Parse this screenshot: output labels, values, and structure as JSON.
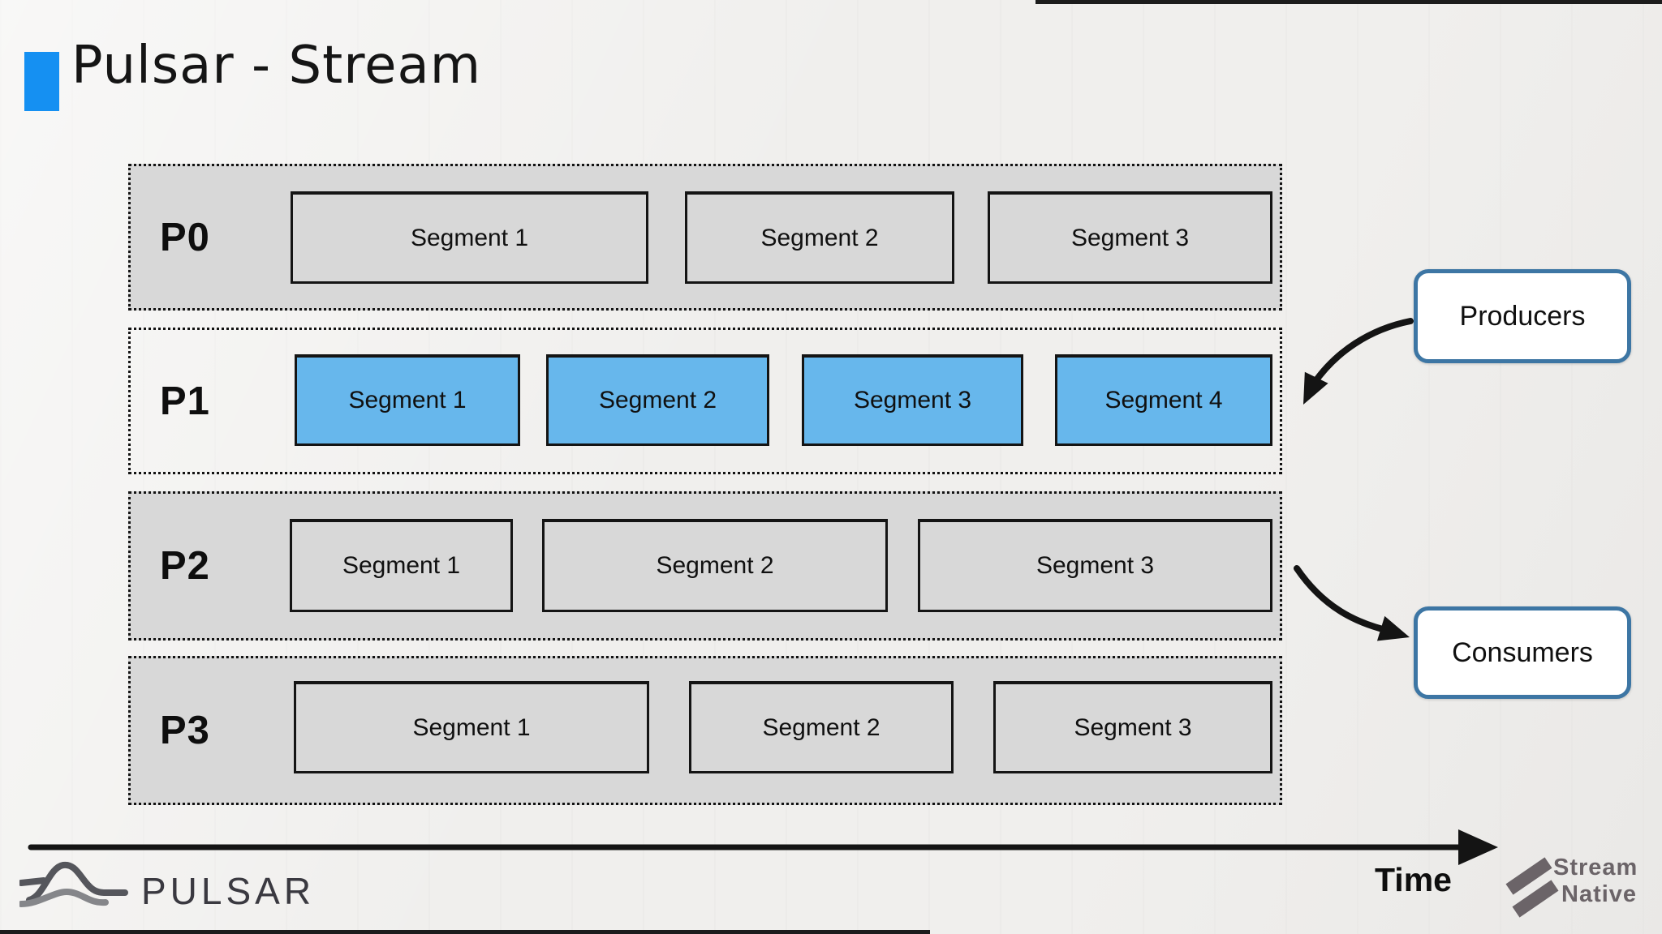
{
  "slide": {
    "title": "Pulsar - Stream"
  },
  "diagram": {
    "partitions": [
      {
        "label": "P0",
        "highlight": false,
        "segments": [
          "Segment 1",
          "Segment 2",
          "Segment 3"
        ]
      },
      {
        "label": "P1",
        "highlight": true,
        "segments": [
          "Segment 1",
          "Segment 2",
          "Segment 3",
          "Segment 4"
        ]
      },
      {
        "label": "P2",
        "highlight": false,
        "segments": [
          "Segment 1",
          "Segment 2",
          "Segment 3"
        ]
      },
      {
        "label": "P3",
        "highlight": false,
        "segments": [
          "Segment 1",
          "Segment 2",
          "Segment 3"
        ]
      }
    ],
    "producers_label": "Producers",
    "consumers_label": "Consumers",
    "time_label": "Time"
  },
  "footer": {
    "pulsar_wordmark": "PULSAR",
    "streamnative_word1": "Stream",
    "streamnative_word2": "Native"
  },
  "colors": {
    "accent_title_bar": "#1590f2",
    "segment_highlight": "#67b7ec",
    "segment_default": "#d8d8d8",
    "pill_border": "#3d76a4",
    "arrow_ink": "#141414",
    "logo_gray": "#6b6468"
  },
  "icons": {
    "title_accent_bar": "blue rectangle marker",
    "producers_arrow": "hand-drawn curved arrow to partition P1",
    "consumers_arrow": "hand-drawn curved arrow from partition P2",
    "time_axis_arrow": "horizontal arrow pointing right",
    "pulsar_logo_icon": "pulsar wave mark",
    "streamnative_logo_icon": "two stacked parallelograms S mark"
  }
}
